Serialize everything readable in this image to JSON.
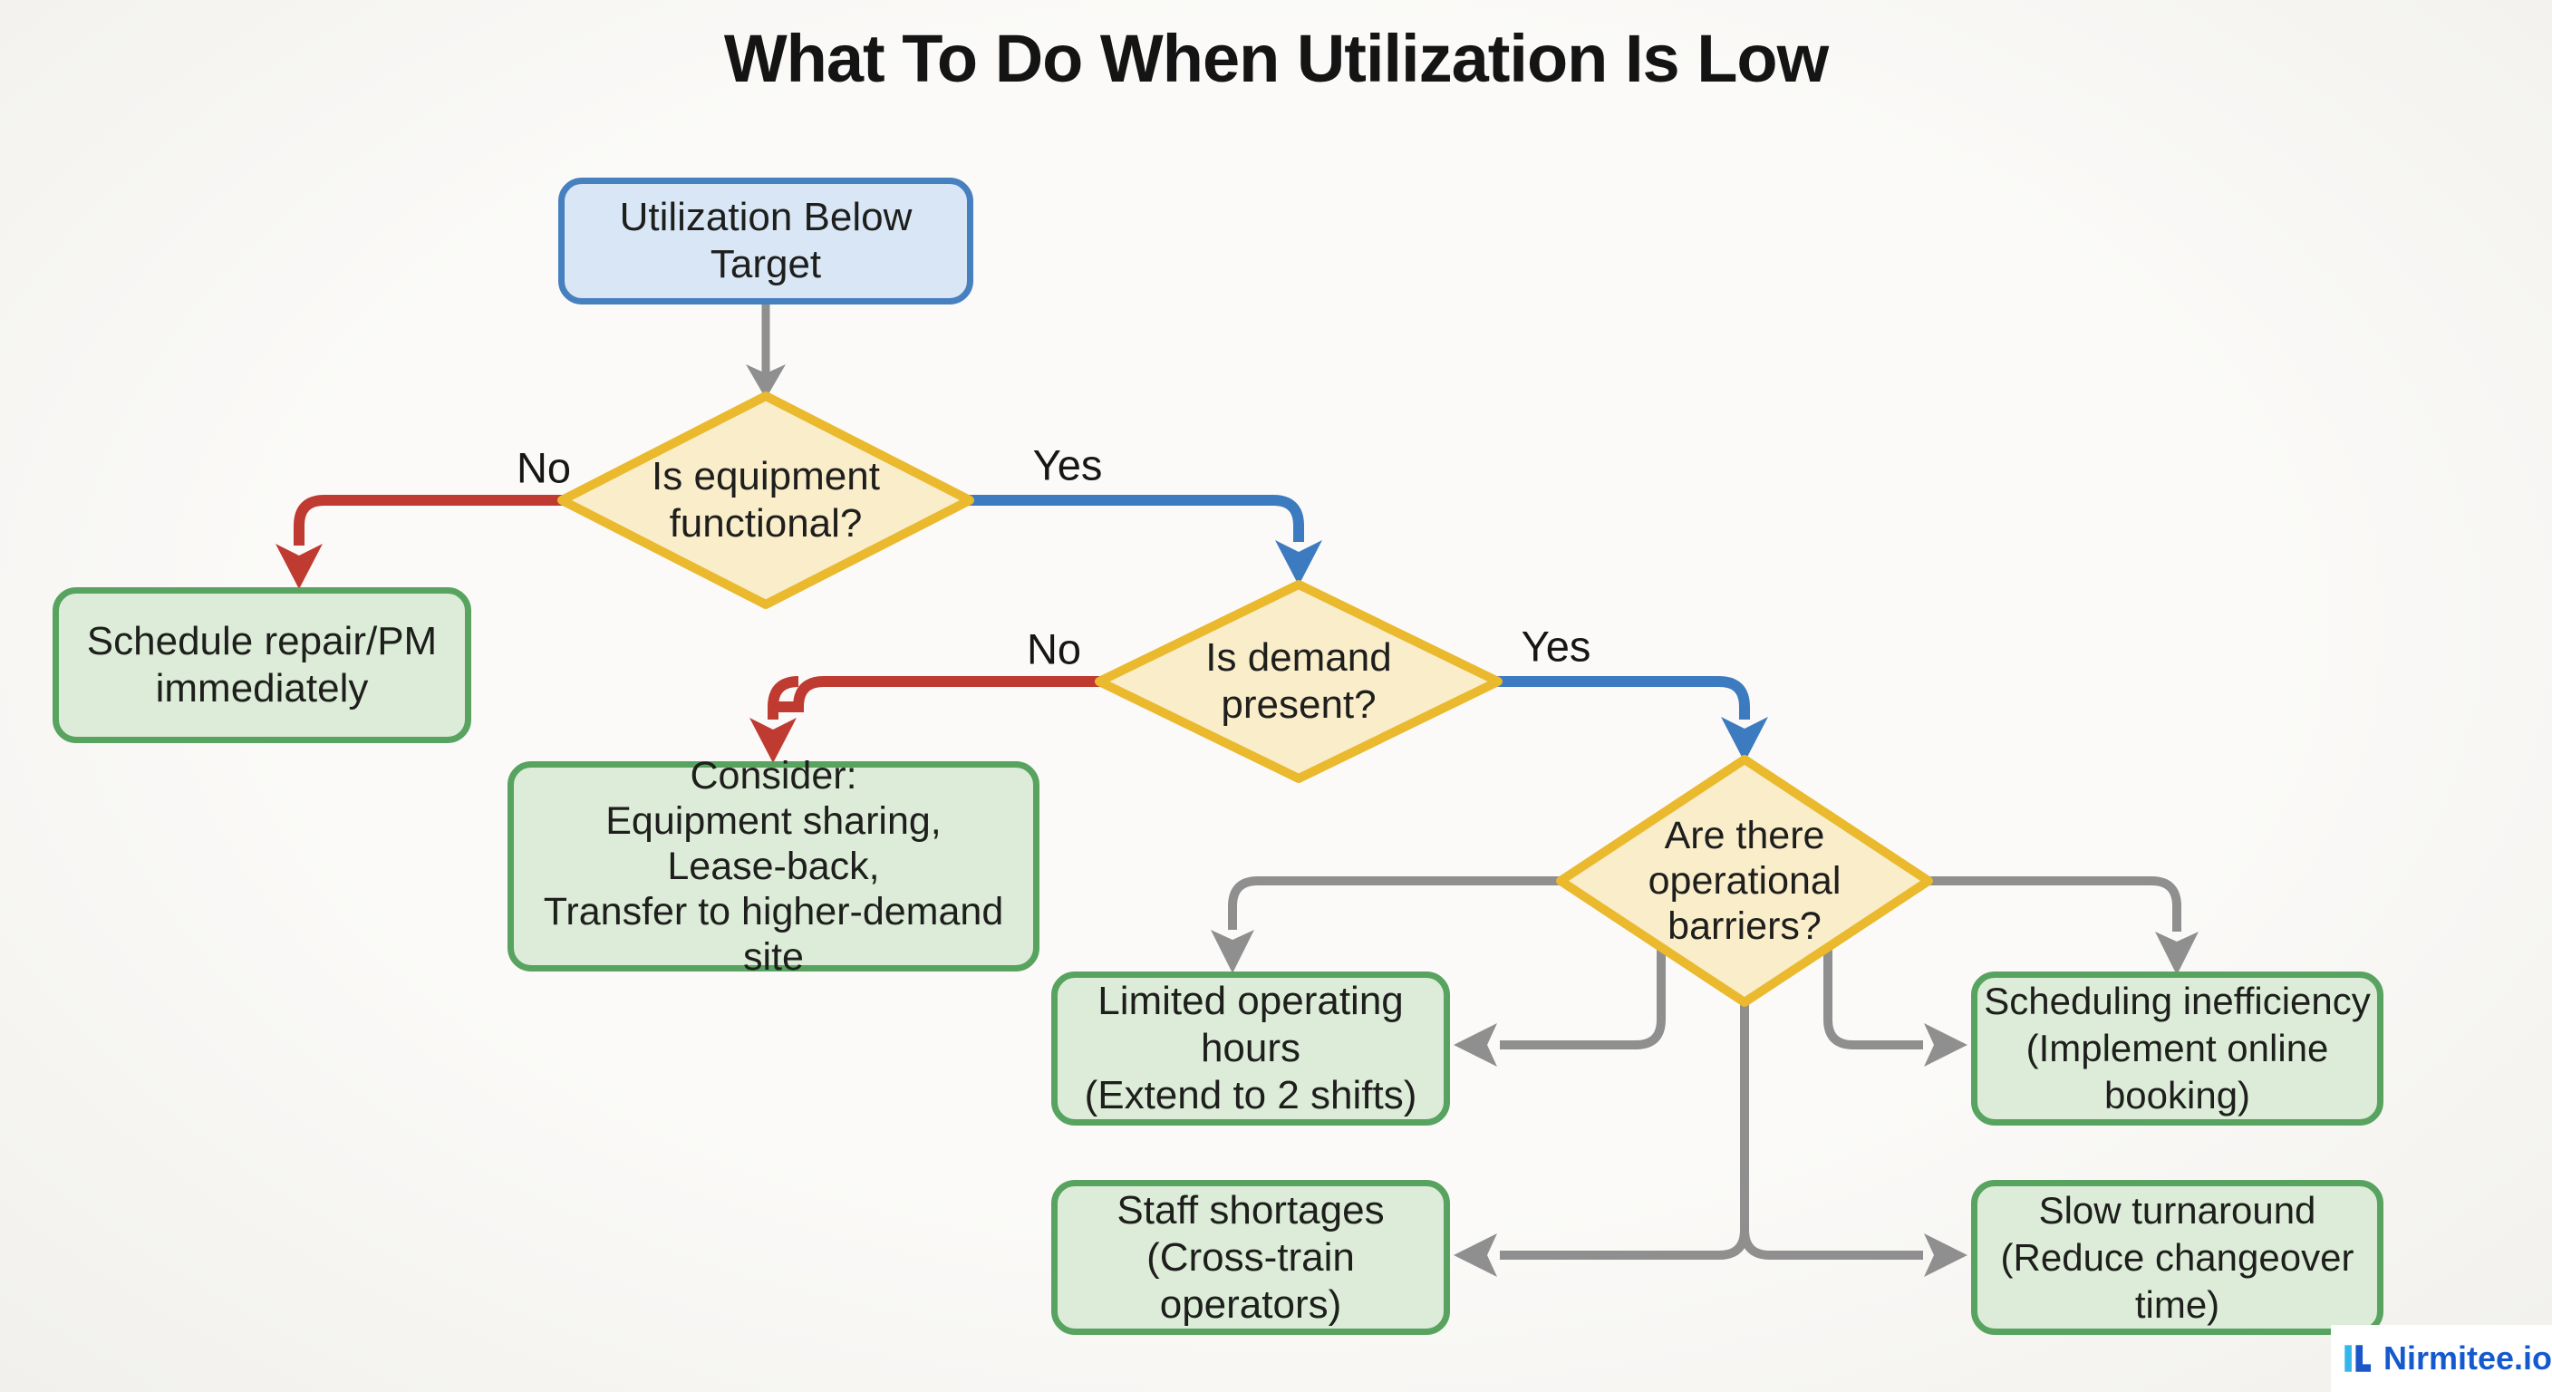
{
  "title": "What To Do When Utilization Is Low",
  "nodes": {
    "start": {
      "label": "Utilization Below Target"
    },
    "decision1": {
      "line1": "Is equipment",
      "line2": "functional?"
    },
    "decision2": {
      "line1": "Is demand",
      "line2": "present?"
    },
    "decision3": {
      "line1": "Are there",
      "line2": "operational",
      "line3": "barriers?"
    },
    "repair": {
      "line1": "Schedule repair/PM",
      "line2": "immediately"
    },
    "consider": {
      "line1": "Consider:",
      "line2": "Equipment sharing,",
      "line3": "Lease-back,",
      "line4": "Transfer to higher-demand site"
    },
    "hours": {
      "line1": "Limited operating hours",
      "line2": "(Extend to 2 shifts)"
    },
    "scheduling": {
      "line1": "Scheduling inefficiency",
      "line2": "(Implement online booking)"
    },
    "staff": {
      "line1": "Staff shortages",
      "line2": "(Cross-train operators)"
    },
    "turnaround": {
      "line1": "Slow turnaround",
      "line2": "(Reduce changeover time)"
    }
  },
  "edges": {
    "d1_no": "No",
    "d1_yes": "Yes",
    "d2_no": "No",
    "d2_yes": "Yes"
  },
  "branding": {
    "name": "Nirmitee.io"
  },
  "colors": {
    "start_fill": "#d8e6f5",
    "start_border": "#4680bf",
    "decision_fill": "#f9edca",
    "decision_border": "#eab92d",
    "action_fill": "#dcecd8",
    "action_border": "#57a35f",
    "no_arrow": "#bf3a30",
    "yes_arrow": "#3c7bbf",
    "neutral_arrow": "#8f8f8f",
    "logo_blue": "#1559cf",
    "logo_light_blue": "#35b6ea"
  }
}
